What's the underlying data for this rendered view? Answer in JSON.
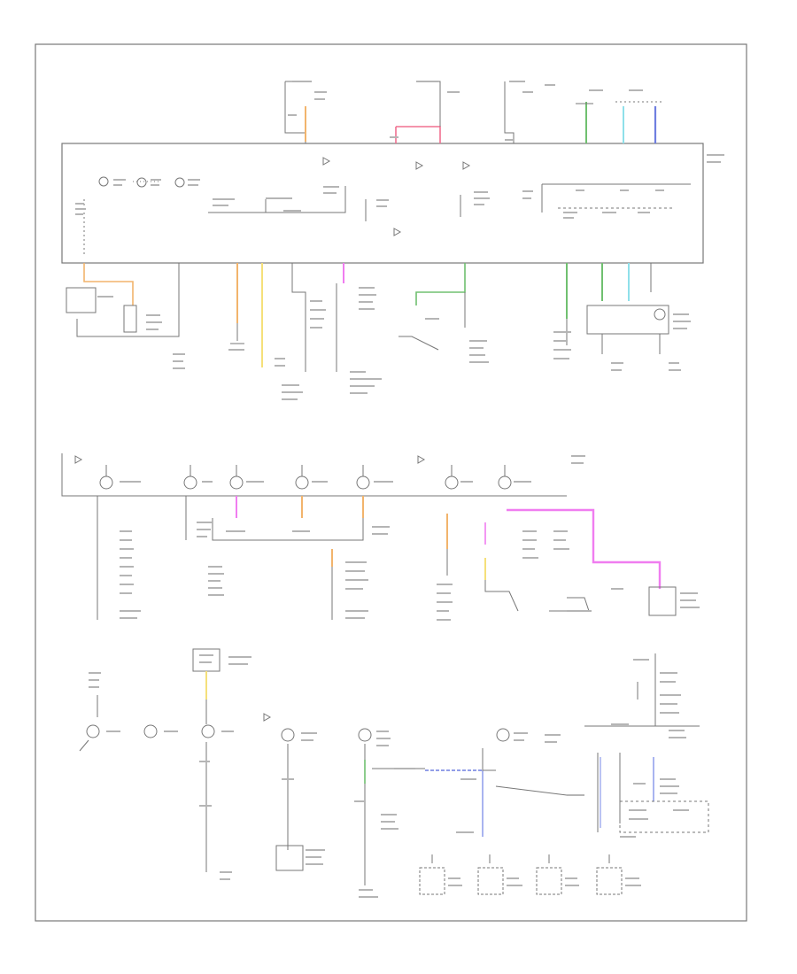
{
  "page": {
    "footer_label": ""
  },
  "colors": {
    "line": "#6a6a6a",
    "faint": "#9a9a9a",
    "orange": "#f2b46c",
    "pink": "#f07090",
    "green": "#70c070",
    "cyan": "#8fe0ea",
    "blue": "#6f7fe0",
    "yellow": "#f5e07a",
    "magenta": "#f07df0",
    "lightblue": "#a9b4f0"
  },
  "diagram": {
    "title": "",
    "components": [
      "instrument-cluster",
      "upper-connectors",
      "warning-indicators-lower-row",
      "bottom-indicator-row",
      "bottom-switch-modules"
    ]
  }
}
